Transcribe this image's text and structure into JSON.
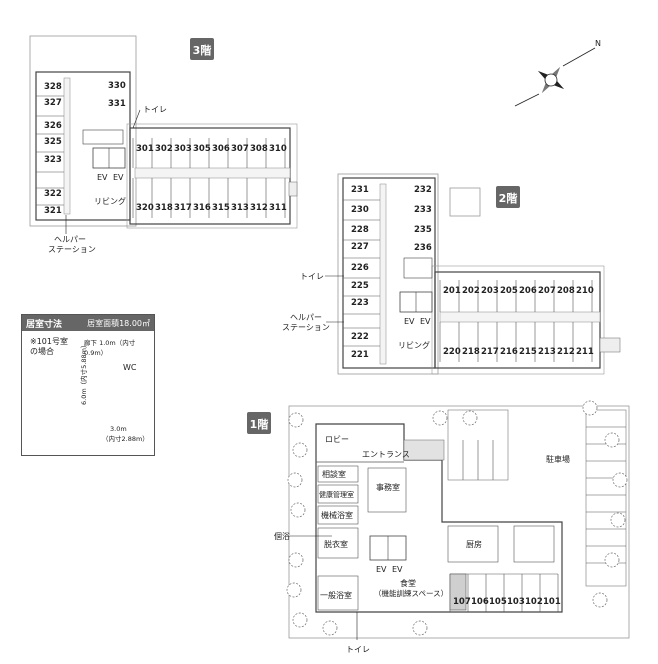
{
  "floors": {
    "f3": {
      "badge": "3階",
      "rooms_left": [
        "328",
        "327",
        "326",
        "325",
        "323",
        "322",
        "321"
      ],
      "rooms_inner": [
        "330",
        "331"
      ],
      "rooms_top": [
        "301",
        "302",
        "303",
        "305",
        "306",
        "307",
        "308",
        "310"
      ],
      "rooms_bottom": [
        "320",
        "318",
        "317",
        "316",
        "315",
        "313",
        "312",
        "311"
      ],
      "labels": {
        "toilet": "トイレ",
        "ev1": "EV",
        "ev2": "EV",
        "living": "リビング",
        "helper_line1": "ヘルパー",
        "helper_line2": "ステーション"
      }
    },
    "f2": {
      "badge": "2階",
      "rooms_left": [
        "231",
        "230",
        "228",
        "227",
        "226",
        "225",
        "223",
        "222",
        "221"
      ],
      "rooms_inner": [
        "232",
        "233",
        "235",
        "236"
      ],
      "rooms_top": [
        "201",
        "202",
        "203",
        "205",
        "206",
        "207",
        "208",
        "210"
      ],
      "rooms_bottom": [
        "220",
        "218",
        "217",
        "216",
        "215",
        "213",
        "212",
        "211"
      ],
      "labels": {
        "toilet": "トイレ",
        "ev1": "EV",
        "ev2": "EV",
        "living": "リビング",
        "helper_line1": "ヘルパー",
        "helper_line2": "ステーション"
      }
    },
    "f1": {
      "badge": "1階",
      "rooms": [
        "107",
        "106",
        "105",
        "103",
        "102",
        "101"
      ],
      "labels": {
        "lobby": "ロビー",
        "entrance": "エントランス",
        "consult": "相談室",
        "health": "健康管理室",
        "office": "事務室",
        "mech_bath": "機械浴室",
        "dressing": "脱衣室",
        "kitchen": "厨房",
        "personal_bath": "個浴",
        "ev1": "EV",
        "ev2": "EV",
        "dining_line1": "食堂",
        "dining_line2": "（機能訓練スペース）",
        "general_bath": "一般浴室",
        "toilet": "トイレ",
        "parking": "駐車場"
      }
    }
  },
  "legend": {
    "title": "居室寸法",
    "area": "居室面積18.00㎡",
    "note_line1": "※101号室",
    "note_line2": "の場合",
    "corridor": "廊下 1.0m（内寸0.9m）",
    "wc": "WC",
    "depth": "6.0m（内寸5.88m）",
    "width_line1": "3.0m",
    "width_line2": "（内寸2.88m）"
  },
  "compass": {
    "label": "N"
  }
}
